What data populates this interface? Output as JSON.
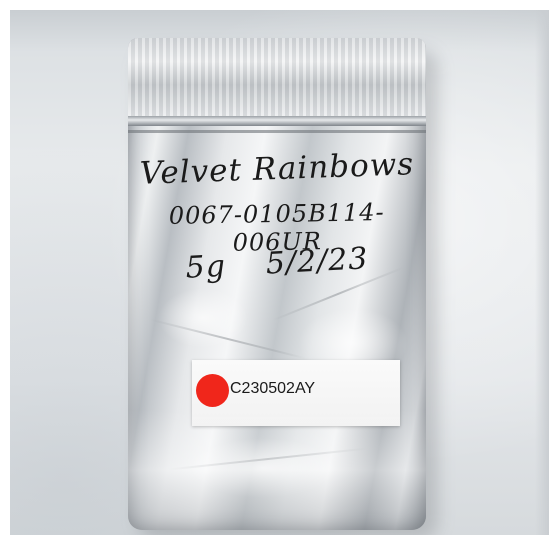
{
  "bag_writing": {
    "product_name": "Velvet Rainbows",
    "product_code": "0067-0105B114-006UR",
    "weight": "5g",
    "date": "5/2/23"
  },
  "sticker": {
    "text": "C230502AY",
    "dot_color": "#f0261b"
  },
  "colors": {
    "foil": "#dfe2e5",
    "ink": "#1a1a1a",
    "backdrop": "#e3e6e9"
  }
}
